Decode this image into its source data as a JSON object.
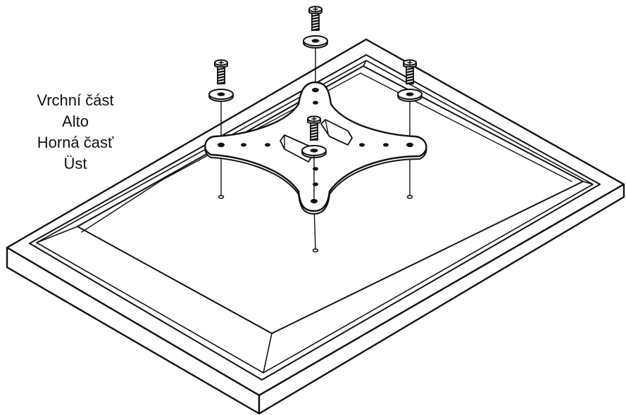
{
  "labels": {
    "top_cs": "Vrchní část",
    "top_it": "Alto",
    "top_sk": "Horná časť",
    "top_hu": "Üst"
  },
  "colors": {
    "stroke": "#111111",
    "fill": "#ffffff",
    "plate": "#ffffff"
  },
  "icons": {
    "screw": "screw-icon",
    "washer": "washer-icon",
    "plate": "vesa-adapter-plate-icon",
    "hole": "mounting-hole-icon"
  }
}
